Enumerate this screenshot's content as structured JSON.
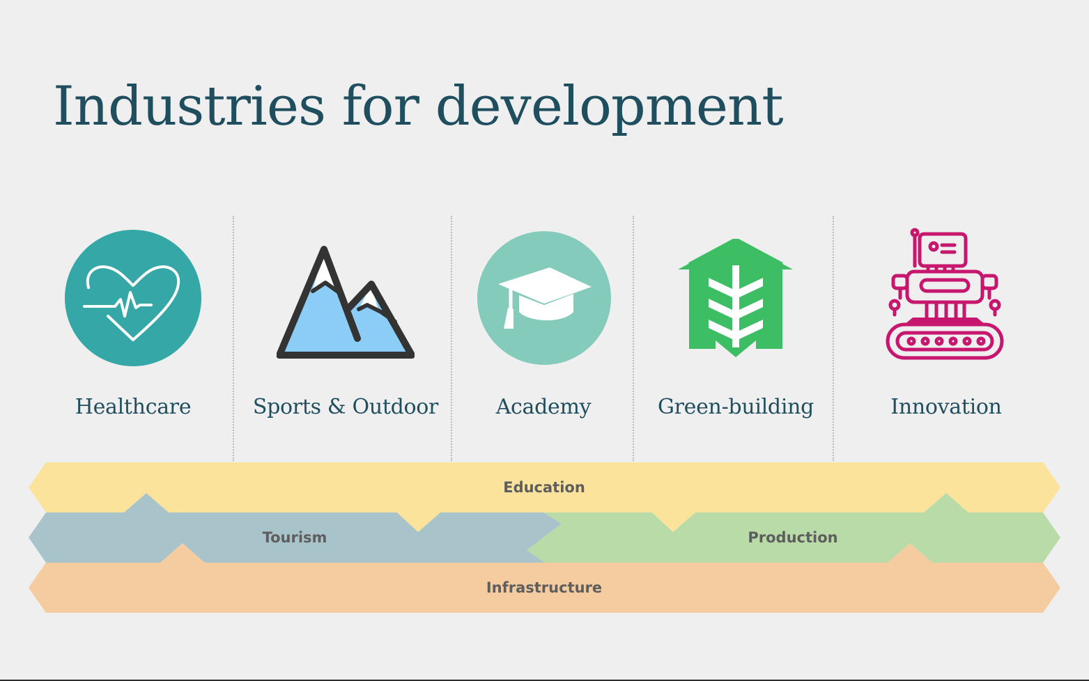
{
  "title": "Industries for development",
  "industries": [
    {
      "label": "Healthcare",
      "icon": "heartbeat-icon",
      "color": "#35a7a7"
    },
    {
      "label": "Sports & Outdoor",
      "icon": "mountains-icon",
      "color": "#8bcdf7"
    },
    {
      "label": "Academy",
      "icon": "graduation-cap-icon",
      "color": "#85cbbb"
    },
    {
      "label": "Green-building",
      "icon": "green-building-icon",
      "color": "#3dbd64"
    },
    {
      "label": "Innovation",
      "icon": "robot-icon",
      "color": "#c6166e"
    }
  ],
  "bands": {
    "education": {
      "label": "Education",
      "color": "#fbe39c"
    },
    "tourism": {
      "label": "Tourism",
      "color": "#a8c4ca"
    },
    "production": {
      "label": "Production",
      "color": "#b9dba8"
    },
    "infrastructure": {
      "label": "Infrastructure",
      "color": "#f5cc9f"
    }
  }
}
